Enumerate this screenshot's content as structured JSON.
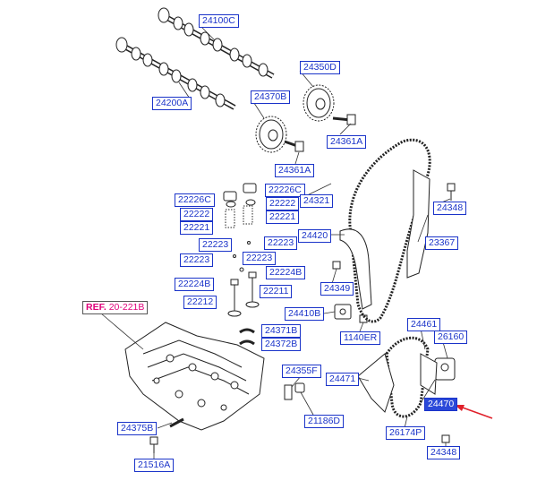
{
  "colors": {
    "label_border": "#1a33c9",
    "label_text": "#1a33c9",
    "selected_fill": "#2a49d9",
    "ref_text": "#e0007a",
    "arrow": "#e0202a"
  },
  "labels": {
    "l24100C": "24100C",
    "l24350D": "24350D",
    "l24370B": "24370B",
    "l24200A": "24200A",
    "l24361A_1": "24361A",
    "l24361A_2": "24361A",
    "l22226C_1": "22226C",
    "l22226C_2": "22226C",
    "l22222_1": "22222",
    "l22222_2": "22222",
    "l22221_1": "22221",
    "l22221_2": "22221",
    "l22223_1": "22223",
    "l22223_2": "22223",
    "l22223_3": "22223",
    "l22223_4": "22223",
    "l22224B_1": "22224B",
    "l22224B_2": "22224B",
    "l22211": "22211",
    "l22212": "22212",
    "l24321": "24321",
    "l24348_1": "24348",
    "l24420": "24420",
    "l23367": "23367",
    "l24349": "24349",
    "l24410B": "24410B",
    "l1140ER": "1140ER",
    "l24461": "24461",
    "l26160": "26160",
    "l24471": "24471",
    "l24470": "24470",
    "l24371B": "24371B",
    "l24372B": "24372B",
    "l24355F": "24355F",
    "l21186D": "21186D",
    "l24375B": "24375B",
    "l21516A": "21516A",
    "l26174P": "26174P",
    "l24348_2": "24348"
  },
  "ref": {
    "prefix": "REF.",
    "number": "20-221B"
  },
  "selected_part": "24470"
}
